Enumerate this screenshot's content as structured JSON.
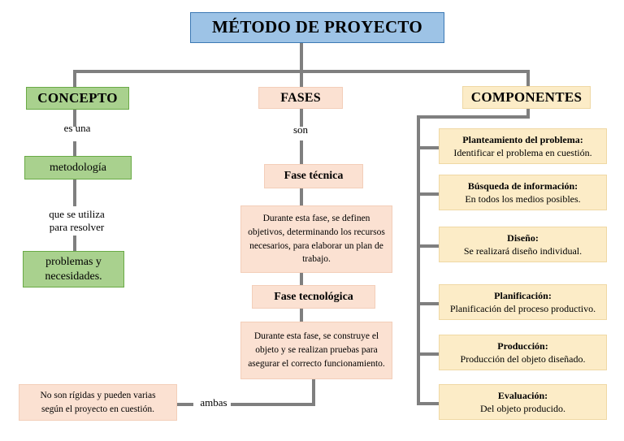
{
  "diagram": {
    "title": "MÉTODO DE PROYECTO",
    "accent_colors": {
      "root_fill": "#9dc3e6",
      "root_border": "#3c79b4",
      "green_fill": "#a9d18e",
      "green_border": "#6aaa46",
      "peach_fill": "#fbe1d2",
      "peach_border": "#f3ceb9",
      "yellow_fill": "#fcecc7",
      "yellow_border": "#efd8a4",
      "connector": "#7f7f7f"
    },
    "branches": {
      "concepto": {
        "heading": "CONCEPTO",
        "link_1": "es una",
        "node_1": "metodología",
        "link_2_line_1": "que se utiliza",
        "link_2_line_2": "para resolver",
        "node_2_line_1": "problemas y",
        "node_2_line_2": "necesidades."
      },
      "fases": {
        "heading": "FASES",
        "link_1": "son",
        "phase_1_title": "Fase técnica",
        "phase_1_text": "Durante esta fase, se definen objetivos, determinando los recursos necesarios, para elaborar un plan de trabajo.",
        "phase_2_title": "Fase tecnológica",
        "phase_2_text": "Durante esta fase, se construye el objeto y se realizan pruebas para asegurar el correcto funcionamiento.",
        "ambas_label": "ambas",
        "ambas_note_line_1": "No son rígidas y pueden varias",
        "ambas_note_line_2": "según el proyecto en cuestión."
      },
      "componentes": {
        "heading": "COMPONENTES",
        "items": [
          {
            "title": "Planteamiento del problema:",
            "detail": "Identificar el problema en cuestión."
          },
          {
            "title": "Búsqueda de información:",
            "detail": "En todos los medios posibles."
          },
          {
            "title": "Diseño:",
            "detail": "Se realizará diseño individual."
          },
          {
            "title": "Planificación:",
            "detail": "Planificación del proceso productivo."
          },
          {
            "title": "Producción:",
            "detail": "Producción del objeto diseñado."
          },
          {
            "title": "Evaluación:",
            "detail": "Del objeto producido."
          }
        ]
      }
    }
  }
}
